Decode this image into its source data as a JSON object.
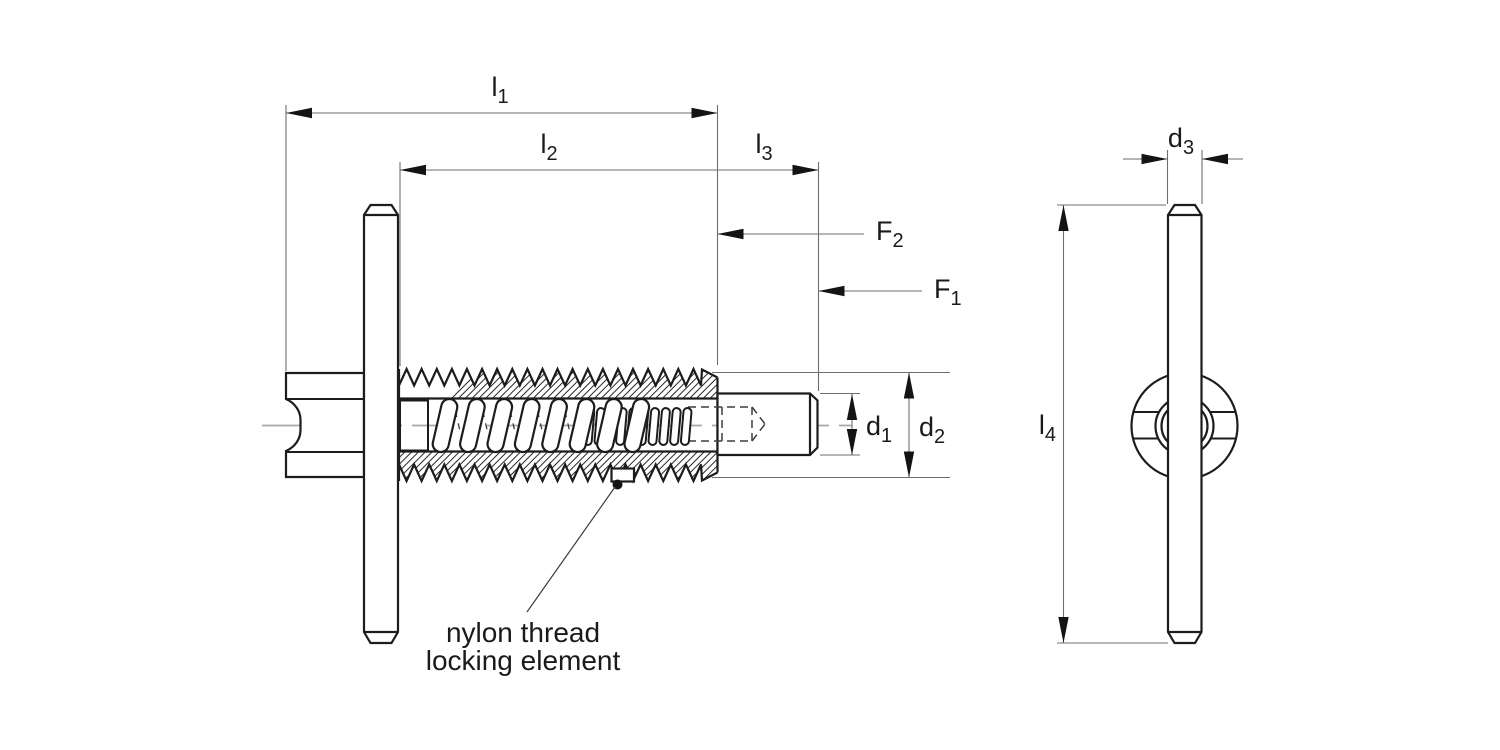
{
  "labels": {
    "l1": {
      "base": "l",
      "sub": "1"
    },
    "l2": {
      "base": "l",
      "sub": "2"
    },
    "l3": {
      "base": "l",
      "sub": "3"
    },
    "l4": {
      "base": "l",
      "sub": "4"
    },
    "d1": {
      "base": "d",
      "sub": "1"
    },
    "d2": {
      "base": "d",
      "sub": "2"
    },
    "d3": {
      "base": "d",
      "sub": "3"
    },
    "F1": {
      "base": "F",
      "sub": "1"
    },
    "F2": {
      "base": "F",
      "sub": "2"
    }
  },
  "note": {
    "line1": "nylon thread",
    "line2": "locking element"
  },
  "colors": {
    "outline": "#1c1c1c",
    "dimension": "#6e6e6e",
    "arrow": "#141414",
    "centerline": "#a8a8a8",
    "hidden": "#3d3d3d",
    "hatch": "#262626",
    "text": "#1a1a1a",
    "background": "#ffffff"
  }
}
